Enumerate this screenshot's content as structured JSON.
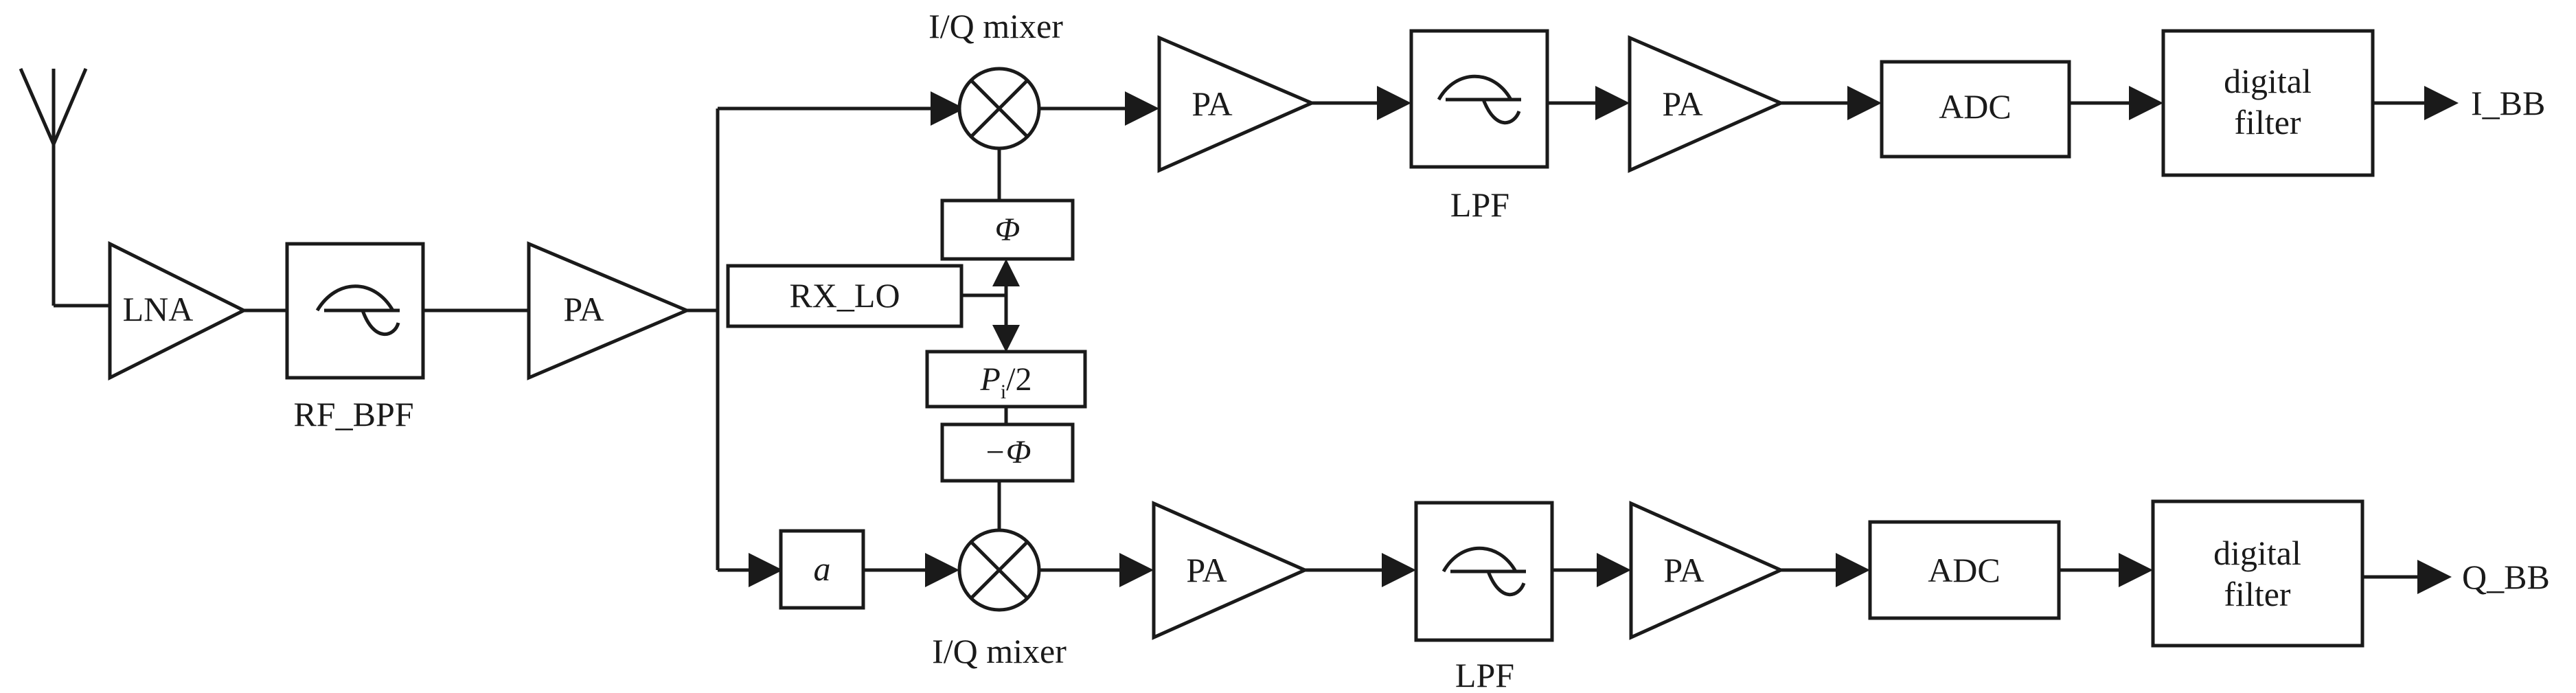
{
  "labels": {
    "lna": "LNA",
    "rf_bpf": "RF_BPF",
    "pa_front": "PA",
    "iq_mixer_top": "I/Q mixer",
    "iq_mixer_bottom": "I/Q mixer",
    "phase_pos": "Φ",
    "phase_neg": "−Φ",
    "rx_lo": "RX_LO",
    "pi_half_p": "P",
    "pi_half_sub": "i",
    "pi_half_rest": "/2",
    "gain_a": "a",
    "i_pa1": "PA",
    "i_lpf": "LPF",
    "i_pa2": "PA",
    "i_adc": "ADC",
    "i_filter_line1": "digital",
    "i_filter_line2": "filter",
    "i_out": "I_BB",
    "q_pa1": "PA",
    "q_lpf": "LPF",
    "q_pa2": "PA",
    "q_adc": "ADC",
    "q_filter_line1": "digital",
    "q_filter_line2": "filter",
    "q_out": "Q_BB"
  },
  "icons": {
    "antenna": "antenna-icon",
    "mixer": "mixer-cross-icon",
    "filter": "filter-wave-icon"
  }
}
